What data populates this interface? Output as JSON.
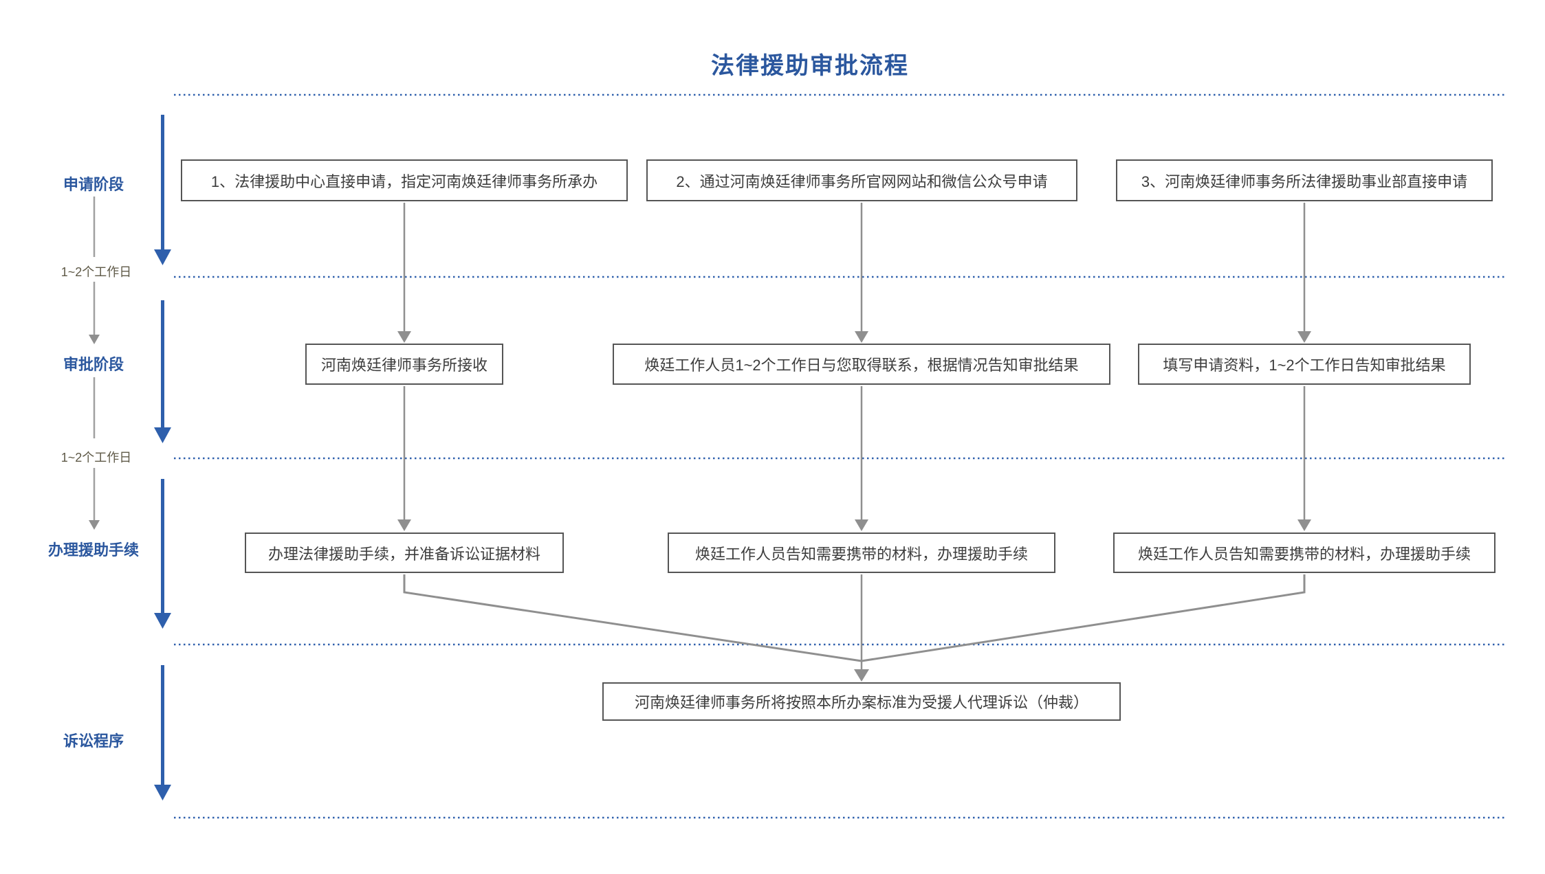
{
  "title": "法律援助审批流程",
  "colors": {
    "accent_blue": "#2B579E",
    "dot_blue": "#2E5FAC",
    "line_gray": "#8F8F8F",
    "thin_gray": "#A0A0A0",
    "box_border": "#555555",
    "box_text": "#3D3D3D",
    "duration_text": "#5E5947"
  },
  "stages": [
    {
      "label": "申请阶段"
    },
    {
      "label": "审批阶段"
    },
    {
      "label": "办理援助手续"
    },
    {
      "label": "诉讼程序"
    }
  ],
  "durations": [
    {
      "label": "1~2个工作日"
    },
    {
      "label": "1~2个工作日"
    }
  ],
  "rows": {
    "application": [
      "1、法律援助中心直接申请，指定河南焕廷律师事务所承办",
      "2、通过河南焕廷律师事务所官网网站和微信公众号申请",
      "3、河南焕廷律师事务所法律援助事业部直接申请"
    ],
    "approval": [
      "河南焕廷律师事务所接收",
      "焕廷工作人员1~2个工作日与您取得联系，根据情况告知审批结果",
      "填写申请资料，1~2个工作日告知审批结果"
    ],
    "procedures": [
      "办理法律援助手续，并准备诉讼证据材料",
      "焕廷工作人员告知需要携带的材料，办理援助手续",
      "焕廷工作人员告知需要携带的材料，办理援助手续"
    ],
    "litigation": "河南焕廷律师事务所将按照本所办案标准为受援人代理诉讼（仲裁）"
  }
}
